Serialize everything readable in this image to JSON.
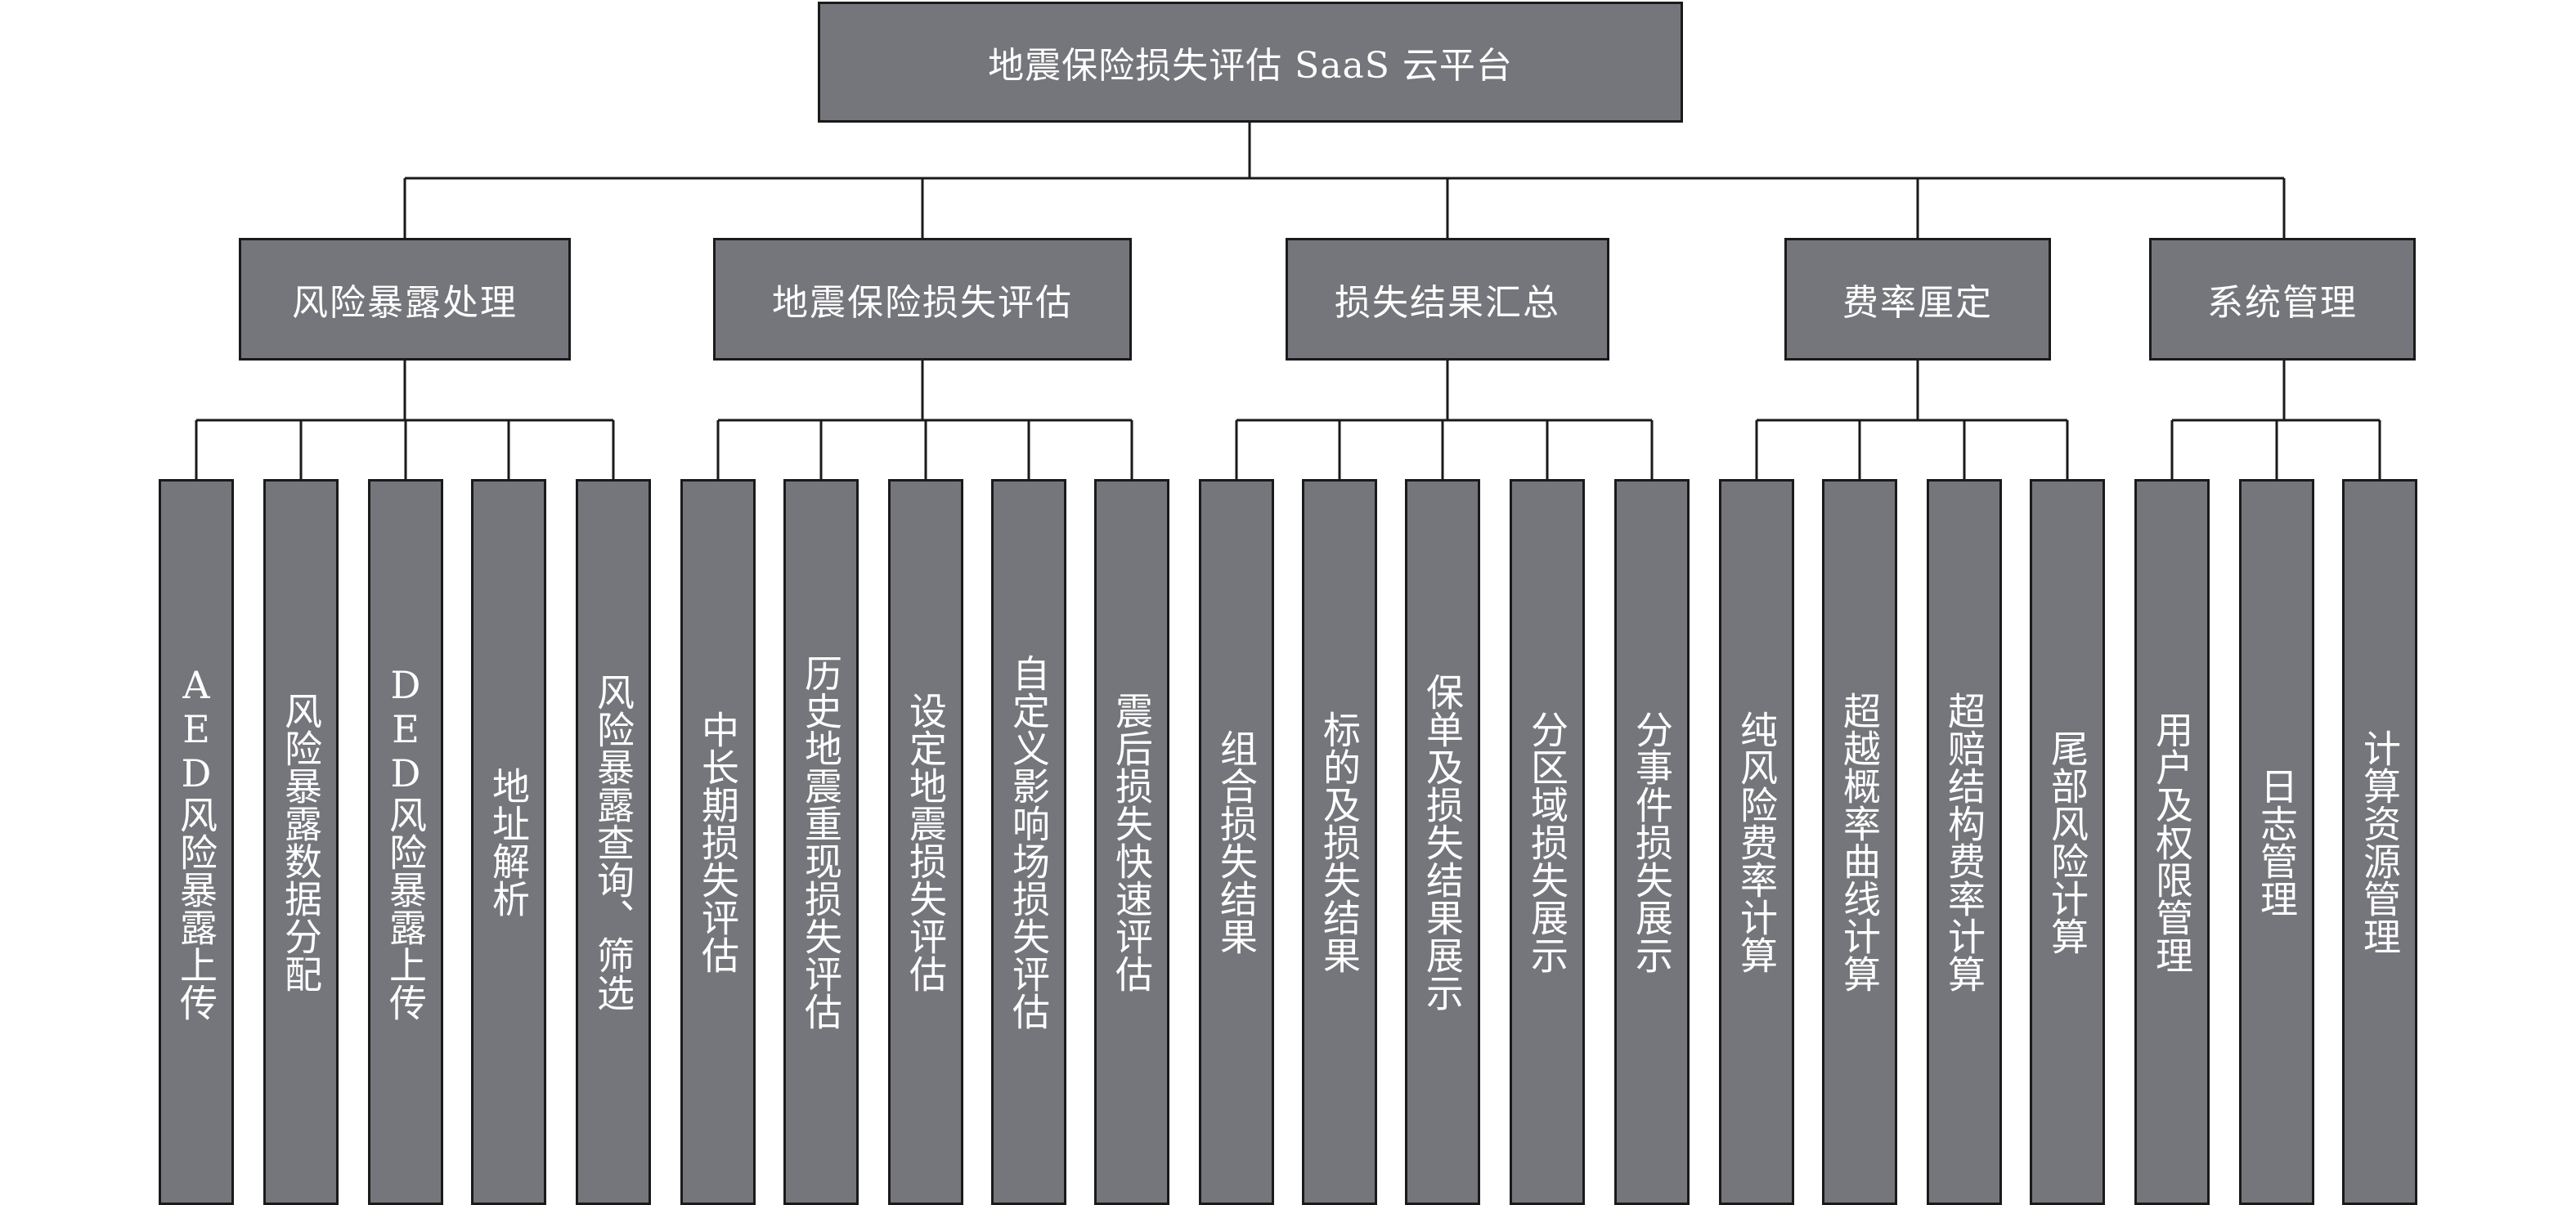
{
  "root": {
    "label": "地震保险损失评估 SaaS 云平台"
  },
  "categories": [
    {
      "label": "风险暴露处理",
      "children": [
        "AED风险暴露上传",
        "风险暴露数据分配",
        "DED风险暴露上传",
        "地址解析",
        "风险暴露查询、筛选"
      ]
    },
    {
      "label": "地震保险损失评估",
      "children": [
        "中长期损失评估",
        "历史地震重现损失评估",
        "设定地震损失评估",
        "自定义影响场损失评估",
        "震后损失快速评估"
      ]
    },
    {
      "label": "损失结果汇总",
      "children": [
        "组合损失结果",
        "标的及损失结果",
        "保单及损失结果展示",
        "分区域损失展示",
        "分事件损失展示"
      ]
    },
    {
      "label": "费率厘定",
      "children": [
        "纯风险费率计算",
        "超越概率曲线计算",
        "超赔结构费率计算",
        "尾部风险计算"
      ]
    },
    {
      "label": "系统管理",
      "children": [
        "用户及权限管理",
        "日志管理",
        "计算资源管理"
      ]
    }
  ]
}
